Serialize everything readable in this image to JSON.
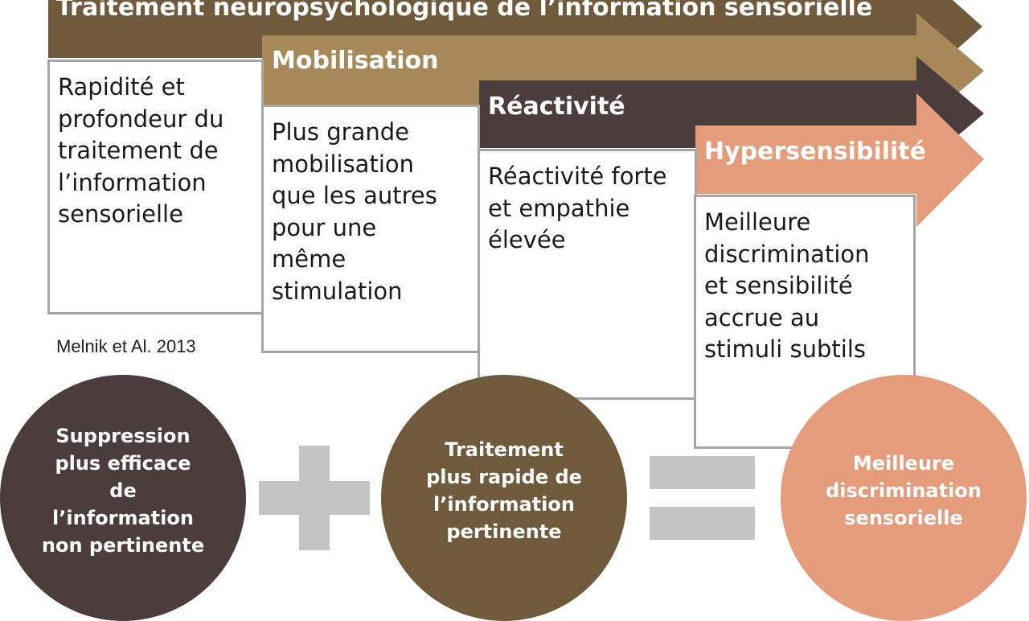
{
  "bands": [
    {
      "title": "Traitement neuropsychologique de l’information sensorielle",
      "color": "#6f5a3c"
    },
    {
      "title": "Mobilisation",
      "color": "#a78959"
    },
    {
      "title": "Réactivité",
      "color": "#4a3d3c"
    },
    {
      "title": "Hypersensibilité",
      "color": "#e49c7a"
    }
  ],
  "boxes": [
    {
      "text": "Rapidité et\nprofondeur du\ntraitement de\nl’information\nsensorielle"
    },
    {
      "text": "Plus grande\nmobilisation\nque les autres\npour une\nmême\nstimulation"
    },
    {
      "text": "Réactivité forte\net empathie\nélevée"
    },
    {
      "text": "Meilleure\ndiscrimination\net  sensibilité\naccrue au\nstimuli subtils"
    }
  ],
  "citation": "Melnik et Al. 2013",
  "equation": {
    "circles": [
      {
        "text": "Suppression\nplus efficace\nde\nl’information\nnon pertinente",
        "color": "#4a3d3c"
      },
      {
        "text": "Traitement\nplus rapide de\nl’information\npertinente",
        "color": "#6f5a3c"
      },
      {
        "text": "Meilleure\ndiscrimination\nsensorielle",
        "color": "#e49c7a"
      }
    ],
    "plus_symbol": "plus",
    "equals_symbol": "equals",
    "operator_color": "#c4c4c4"
  }
}
